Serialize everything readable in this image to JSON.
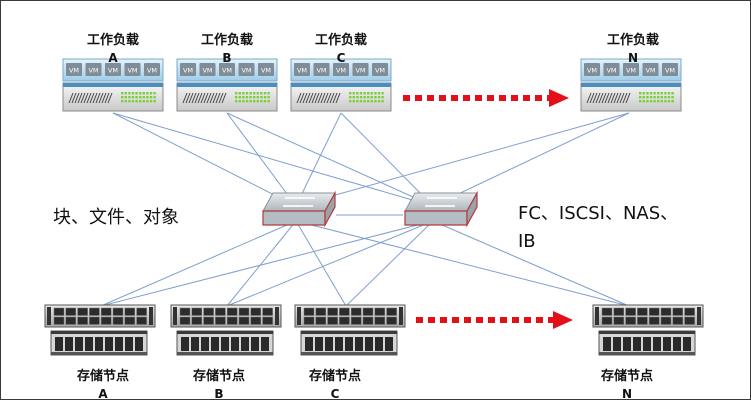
{
  "workloads": [
    {
      "title": "工作负载",
      "letter": "A"
    },
    {
      "title": "工作负载",
      "letter": "B"
    },
    {
      "title": "工作负载",
      "letter": "C"
    },
    {
      "title": "工作负载",
      "letter": "N"
    }
  ],
  "vm_label": "VM",
  "storage_nodes": [
    {
      "title": "存储节点",
      "letter": "A"
    },
    {
      "title": "存储节点",
      "letter": "B"
    },
    {
      "title": "存储节点",
      "letter": "C"
    },
    {
      "title": "存储节点",
      "letter": "N"
    }
  ],
  "left_label": "块、文件、对象",
  "right_label_line1": "FC、ISCSI、NAS、",
  "right_label_line2": "IB",
  "colors": {
    "connection_line": "#7f9fcf",
    "arrow_dots": "#e3101a",
    "server_top": "#bfe0f4",
    "vm_box": "#7f8d98",
    "switch": "#c0c6cd",
    "switch_edge": "#b03a3a"
  }
}
